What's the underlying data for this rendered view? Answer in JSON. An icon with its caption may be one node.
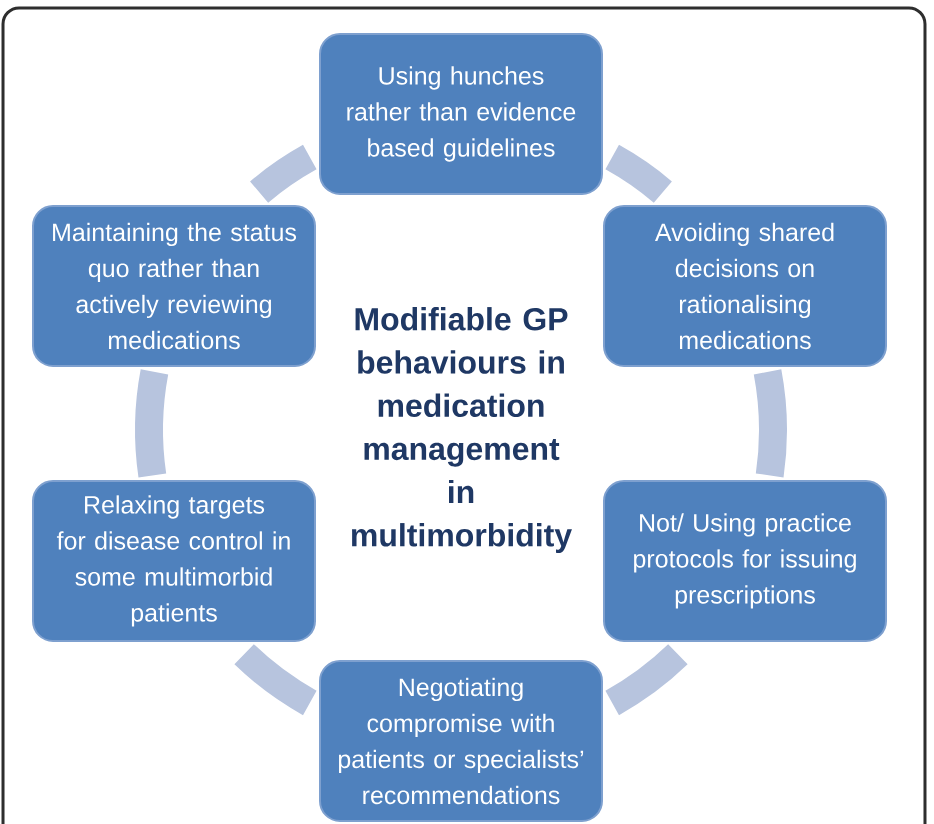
{
  "diagram": {
    "title": "Modifiable GP behaviours in medication management in multimorbidity",
    "nodes": [
      {
        "text": [
          "Using hunches rather than evidence based guidelines"
        ]
      },
      {
        "text": [
          "Maintaining the status quo rather than actively reviewing medications"
        ]
      },
      {
        "text": [
          "Avoiding shared decisions on rationalising medications"
        ]
      },
      {
        "text": [
          "Relaxing targets for disease control in some multimorbid patients"
        ]
      },
      {
        "text": [
          "Not/ Using practice protocols for issuing prescriptions"
        ]
      },
      {
        "text": [
          "Negotiating compromise with patients or specialists’ recommendations"
        ]
      }
    ],
    "edges": [
      {
        "from": 0,
        "to": 2,
        "arrow": "none"
      },
      {
        "from": 2,
        "to": 4,
        "arrow": "none"
      },
      {
        "from": 4,
        "to": 5,
        "arrow": "none"
      },
      {
        "from": 5,
        "to": 3,
        "arrow": "none"
      },
      {
        "from": 3,
        "to": 1,
        "arrow": "none"
      },
      {
        "from": 1,
        "to": 0,
        "arrow": "none"
      }
    ]
  }
}
